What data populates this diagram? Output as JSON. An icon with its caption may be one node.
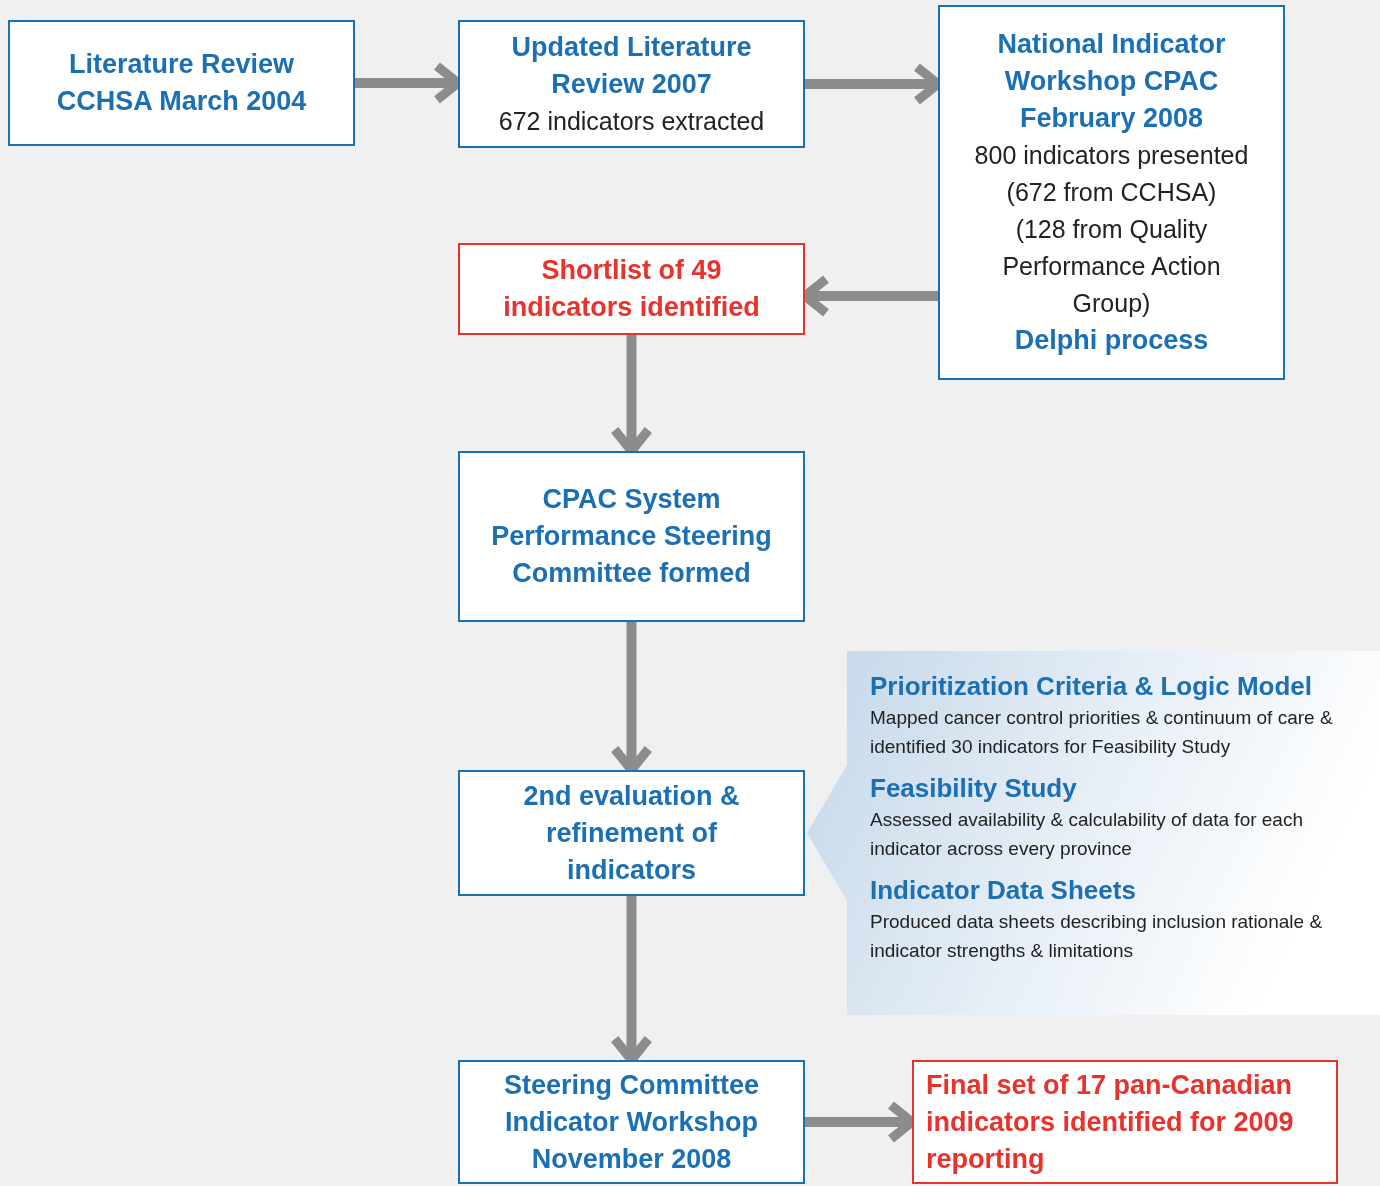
{
  "diagram": {
    "nodes": [
      {
        "text": [
          "Literature Review CCHSA March 2004"
        ]
      },
      {
        "text": [
          "Updated Literature Review 2007",
          "672 indicators extracted"
        ]
      },
      {
        "text": [
          "National Indicator Workshop CPAC February 2008",
          "800 indicators presented",
          "(672 from CCHSA)",
          "(128 from Quality Performance Action Group)",
          "Delphi process"
        ]
      },
      {
        "text": [
          "Shortlist of 49 indicators identified"
        ]
      },
      {
        "text": [
          "CPAC System Performance Steering Committee formed"
        ]
      },
      {
        "text": [
          "2nd evaluation & refinement of indicators"
        ]
      },
      {
        "text": [
          "Prioritization Criteria & Logic Model",
          "Mapped cancer control priorities & continuum of care & identified 30 indicators for Feasibility Study",
          "Feasibility Study",
          "Assessed availability & calculability of data for each indicator across every province",
          "Indicator Data Sheets",
          "Produced data sheets describing inclusion rationale & indicator strengths & limitations"
        ]
      },
      {
        "text": [
          "Steering Committee Indicator Workshop November 2008"
        ]
      },
      {
        "text": [
          "Final set of 17 pan-Canadian indicators identified for 2009 reporting"
        ]
      }
    ],
    "edges": [
      {
        "from": 0,
        "to": 1,
        "arrow": "to"
      },
      {
        "from": 1,
        "to": 2,
        "arrow": "to"
      },
      {
        "from": 2,
        "to": 3,
        "arrow": "to"
      },
      {
        "from": 3,
        "to": 4,
        "arrow": "to"
      },
      {
        "from": 4,
        "to": 5,
        "arrow": "to"
      },
      {
        "from": 5,
        "to": 7,
        "arrow": "to"
      },
      {
        "from": 7,
        "to": 8,
        "arrow": "to"
      }
    ]
  }
}
